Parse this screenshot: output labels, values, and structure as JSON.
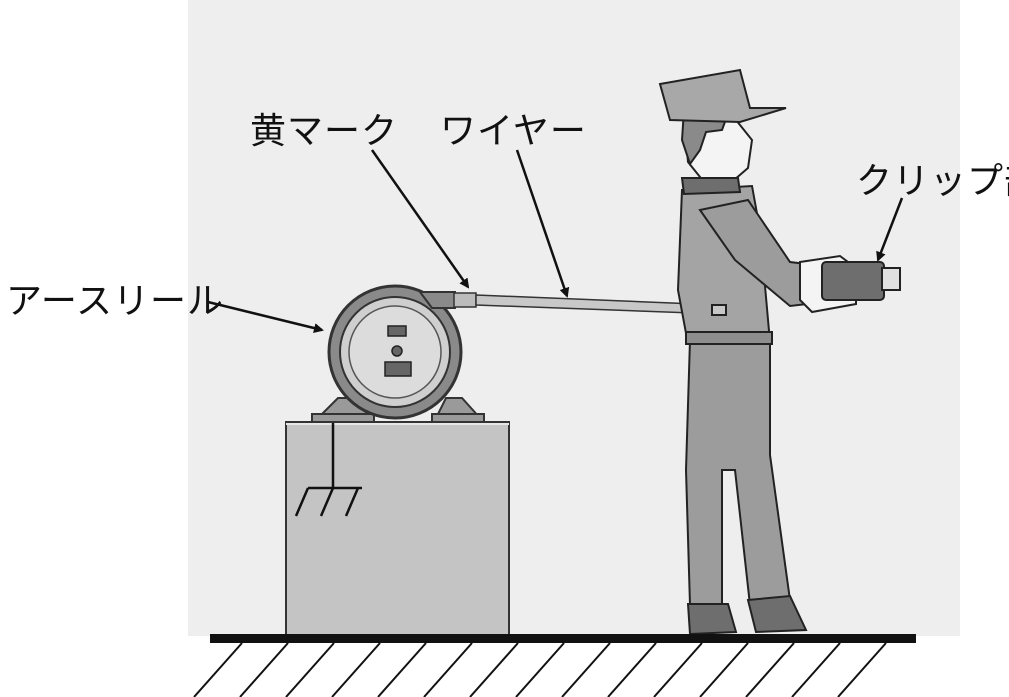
{
  "labels": {
    "earth_reel": "アースリール",
    "yellow_mark": "黄マーク",
    "wire": "ワイヤー",
    "clip": "クリップ部"
  },
  "colors": {
    "wall": "#eeeeee",
    "ground": "#111111",
    "box": "#c4c4c4",
    "reel_outer": "#8a8a8a",
    "reel_inner": "#d8d8d8",
    "clothes": "#9c9c9c",
    "skin": "#f4f4f4"
  },
  "icons": {
    "ground_symbol": "earth-ground-icon",
    "arrows": "callout-arrow-icon"
  }
}
